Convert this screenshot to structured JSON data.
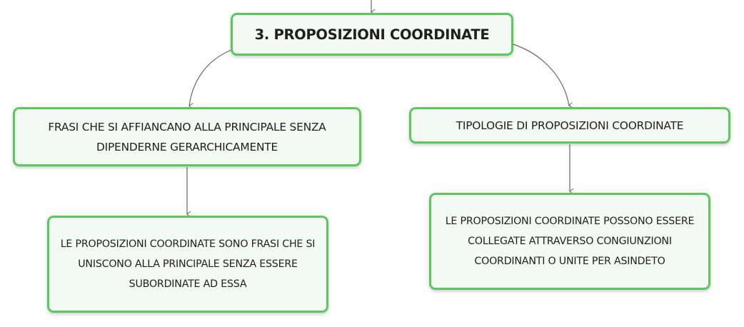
{
  "diagram": {
    "root": {
      "label": "3. PROPOSIZIONI COORDINATE"
    },
    "left_branch": {
      "label": "FRASI CHE SI AFFIANCANO ALLA PRINCIPALE SENZA DIPENDERNE GERARCHICAMENTE",
      "child": {
        "label": "LE PROPOSIZIONI COORDINATE SONO FRASI CHE SI UNISCONO ALLA PRINCIPALE SENZA ESSERE SUBORDINATE AD ESSA"
      }
    },
    "right_branch": {
      "label": "TIPOLOGIE DI PROPOSIZIONI COORDINATE",
      "child": {
        "label": "LE PROPOSIZIONI COORDINATE POSSONO ESSERE COLLEGATE ATTRAVERSO CONGIUNZIONI COORDINANTI O UNITE PER ASINDETO"
      }
    },
    "colors": {
      "node_border": "#5cc85c",
      "node_fill": "#f2faf3",
      "connector": "#666666",
      "text": "#1f1f1f"
    }
  }
}
